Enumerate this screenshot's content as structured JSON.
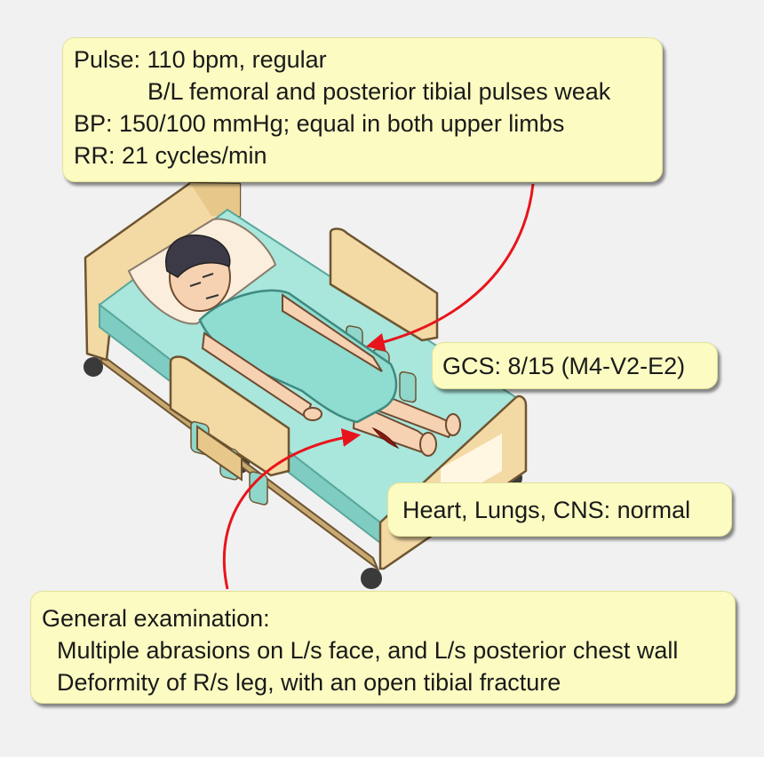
{
  "vitals_callout": {
    "lines": [
      "Pulse: 110 bpm, regular",
      "B/L femoral and posterior tibial pulses weak",
      "BP: 150/100 mmHg; equal in both upper limbs",
      "RR: 21 cycles/min"
    ]
  },
  "gcs_callout": {
    "text": "GCS: 8/15 (M4-V2-E2)"
  },
  "systems_callout": {
    "text": "Heart, Lungs, CNS: normal"
  },
  "exam_callout": {
    "heading": "General examination:",
    "lines": [
      "Multiple abrasions on L/s face, and L/s posterior chest wall",
      "Deformity of R/s leg, with an open tibial fracture"
    ]
  },
  "colors": {
    "background": "#f1f1f1",
    "callout_fill": "#fbfbc2",
    "arrow": "#e8141c",
    "gown": "#8fdcd0",
    "mattress": "#a9e6dc",
    "bed_frame": "#f3d9a4",
    "wound": "#8b1a14"
  },
  "illustration": {
    "subject": "patient lying in hospital bed",
    "icons": [
      "hospital-bed-icon",
      "patient-icon",
      "leg-wound-icon"
    ]
  }
}
